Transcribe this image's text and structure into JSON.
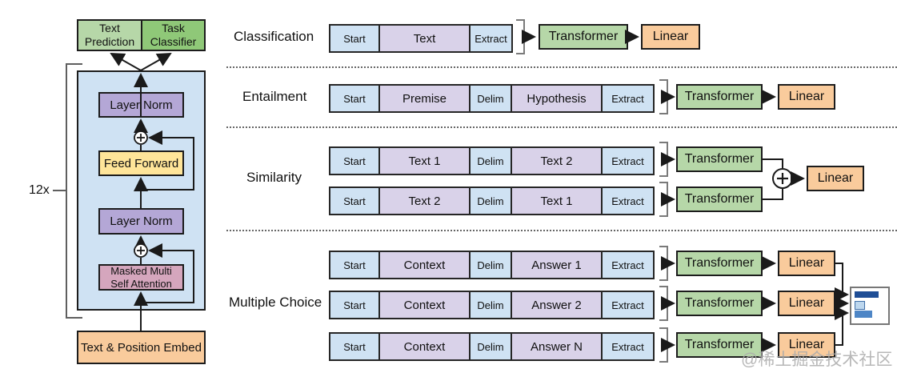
{
  "watermark": "@稀土掘金技术社区",
  "architecture": {
    "text_prediction": "Text Prediction",
    "task_classifier": "Task Classifier",
    "repeat_label": "12x",
    "layer_norm_top": "Layer Norm",
    "feed_forward": "Feed Forward",
    "layer_norm_bottom": "Layer Norm",
    "attention_line1": "Masked Multi",
    "attention_line2": "Self Attention",
    "embed": "Text & Position Embed"
  },
  "tasks": {
    "classification": {
      "label": "Classification",
      "strip": {
        "start": "Start",
        "text": "Text",
        "extract": "Extract"
      },
      "transformer": "Transformer",
      "linear": "Linear"
    },
    "entailment": {
      "label": "Entailment",
      "strip": {
        "start": "Start",
        "seg1": "Premise",
        "delim": "Delim",
        "seg2": "Hypothesis",
        "extract": "Extract"
      },
      "transformer": "Transformer",
      "linear": "Linear"
    },
    "similarity": {
      "label": "Similarity",
      "strip1": {
        "start": "Start",
        "seg1": "Text 1",
        "delim": "Delim",
        "seg2": "Text 2",
        "extract": "Extract"
      },
      "strip2": {
        "start": "Start",
        "seg1": "Text 2",
        "delim": "Delim",
        "seg2": "Text 1",
        "extract": "Extract"
      },
      "transformer1": "Transformer",
      "transformer2": "Transformer",
      "linear": "Linear"
    },
    "multiple_choice": {
      "label": "Multiple Choice",
      "strips": [
        {
          "start": "Start",
          "seg1": "Context",
          "delim": "Delim",
          "seg2": "Answer 1",
          "extract": "Extract"
        },
        {
          "start": "Start",
          "seg1": "Context",
          "delim": "Delim",
          "seg2": "Answer 2",
          "extract": "Extract"
        },
        {
          "start": "Start",
          "seg1": "Context",
          "delim": "Delim",
          "seg2": "Answer N",
          "extract": "Extract"
        }
      ],
      "transformers": [
        "Transformer",
        "Transformer",
        "Transformer"
      ],
      "linears": [
        "Linear",
        "Linear",
        "Linear"
      ]
    }
  },
  "colors": {
    "token_cell": "#cfe2f3",
    "text_cell": "#d9d2e9",
    "transformer": "#b6d7a8",
    "linear": "#f9cb9c",
    "container_blue": "#cfe2f3",
    "layer_norm": "#b4a7d6",
    "feed_forward": "#ffe599",
    "attention": "#d5a6bd",
    "embed": "#f9cb9c",
    "text_prediction": "#b6d7a8",
    "task_classifier": "#8fc878",
    "score_bar_dark": "#1f4e96",
    "score_bar_light": "#bdd7ee",
    "score_bar_medium": "#4e86c6"
  }
}
